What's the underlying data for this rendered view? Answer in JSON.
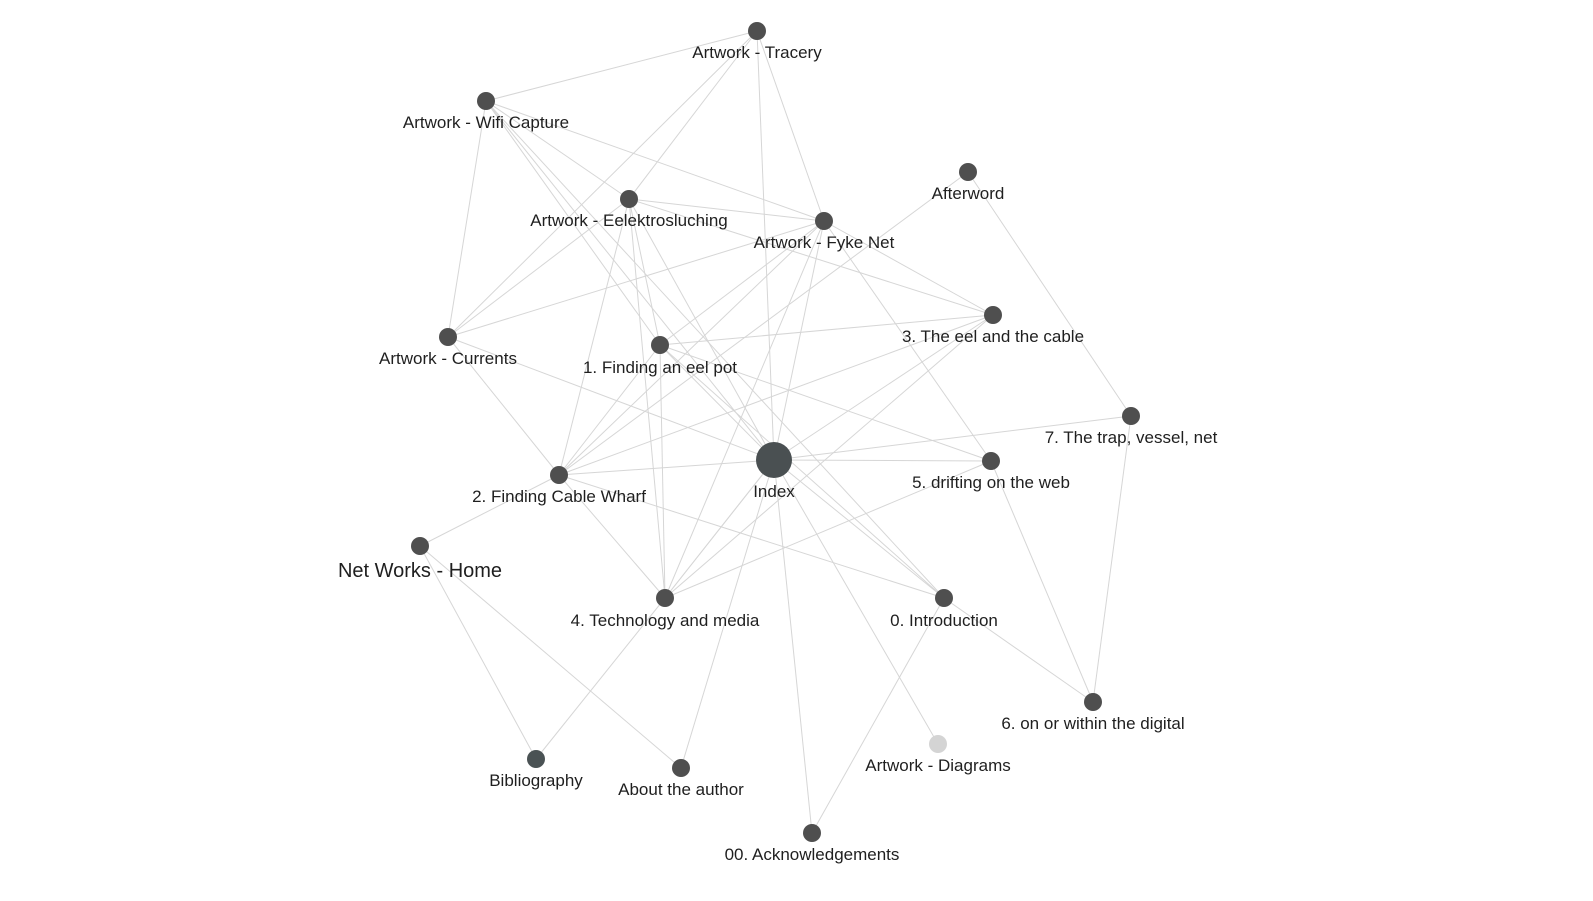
{
  "graph": {
    "colors": {
      "node": "#4f4f4f",
      "node_index": "#4a5052",
      "node_bibliography": "#4a5254",
      "node_dim": "#d4d4d4",
      "edge": "#d6d6d6",
      "label": "#1f1f1f"
    },
    "nodes": [
      {
        "id": "tracery",
        "label": "Artwork - Tracery"
      },
      {
        "id": "wifi",
        "label": "Artwork - Wifi Capture"
      },
      {
        "id": "eelektro",
        "label": "Artwork - Eelektrosluching"
      },
      {
        "id": "fyke",
        "label": "Artwork - Fyke Net"
      },
      {
        "id": "afterword",
        "label": "Afterword"
      },
      {
        "id": "currents",
        "label": "Artwork - Currents"
      },
      {
        "id": "eelpot",
        "label": "1. Finding an eel pot"
      },
      {
        "id": "eelcable",
        "label": "3. The eel and the cable"
      },
      {
        "id": "trap",
        "label": "7.  The trap, vessel, net"
      },
      {
        "id": "index",
        "label": "Index"
      },
      {
        "id": "drifting",
        "label": "5.  drifting on the web"
      },
      {
        "id": "cablewharf",
        "label": "2. Finding Cable Wharf"
      },
      {
        "id": "home",
        "label": "Net Works - Home"
      },
      {
        "id": "techmedia",
        "label": "4. Technology and media"
      },
      {
        "id": "intro",
        "label": "0. Introduction"
      },
      {
        "id": "digital",
        "label": "6.  on or within the digital"
      },
      {
        "id": "diagrams",
        "label": "Artwork - Diagrams"
      },
      {
        "id": "bibliography",
        "label": "Bibliography"
      },
      {
        "id": "author",
        "label": "About the author"
      },
      {
        "id": "ack",
        "label": "00. Acknowledgements"
      }
    ],
    "edges": [
      [
        "tracery",
        "wifi"
      ],
      [
        "tracery",
        "index"
      ],
      [
        "tracery",
        "fyke"
      ],
      [
        "tracery",
        "eelektro"
      ],
      [
        "tracery",
        "currents"
      ],
      [
        "wifi",
        "currents"
      ],
      [
        "wifi",
        "eelektro"
      ],
      [
        "wifi",
        "fyke"
      ],
      [
        "wifi",
        "index"
      ],
      [
        "wifi",
        "eelpot"
      ],
      [
        "wifi",
        "intro"
      ],
      [
        "eelektro",
        "fyke"
      ],
      [
        "eelektro",
        "currents"
      ],
      [
        "eelektro",
        "cablewharf"
      ],
      [
        "eelektro",
        "techmedia"
      ],
      [
        "eelektro",
        "index"
      ],
      [
        "eelektro",
        "eelcable"
      ],
      [
        "eelektro",
        "eelpot"
      ],
      [
        "fyke",
        "eelpot"
      ],
      [
        "fyke",
        "eelcable"
      ],
      [
        "fyke",
        "cablewharf"
      ],
      [
        "fyke",
        "techmedia"
      ],
      [
        "fyke",
        "index"
      ],
      [
        "fyke",
        "drifting"
      ],
      [
        "fyke",
        "currents"
      ],
      [
        "afterword",
        "trap"
      ],
      [
        "afterword",
        "cablewharf"
      ],
      [
        "currents",
        "cablewharf"
      ],
      [
        "currents",
        "index"
      ],
      [
        "eelpot",
        "eelcable"
      ],
      [
        "eelpot",
        "cablewharf"
      ],
      [
        "eelpot",
        "techmedia"
      ],
      [
        "eelpot",
        "index"
      ],
      [
        "eelpot",
        "drifting"
      ],
      [
        "eelpot",
        "intro"
      ],
      [
        "eelcable",
        "index"
      ],
      [
        "eelcable",
        "cablewharf"
      ],
      [
        "eelcable",
        "techmedia"
      ],
      [
        "trap",
        "index"
      ],
      [
        "trap",
        "digital"
      ],
      [
        "index",
        "cablewharf"
      ],
      [
        "index",
        "drifting"
      ],
      [
        "index",
        "techmedia"
      ],
      [
        "index",
        "intro"
      ],
      [
        "index",
        "diagrams"
      ],
      [
        "index",
        "ack"
      ],
      [
        "index",
        "author"
      ],
      [
        "drifting",
        "techmedia"
      ],
      [
        "drifting",
        "digital"
      ],
      [
        "cablewharf",
        "techmedia"
      ],
      [
        "cablewharf",
        "home"
      ],
      [
        "cablewharf",
        "intro"
      ],
      [
        "home",
        "bibliography"
      ],
      [
        "home",
        "author"
      ],
      [
        "techmedia",
        "bibliography"
      ],
      [
        "techmedia",
        "index"
      ],
      [
        "intro",
        "ack"
      ],
      [
        "intro",
        "digital"
      ]
    ]
  }
}
